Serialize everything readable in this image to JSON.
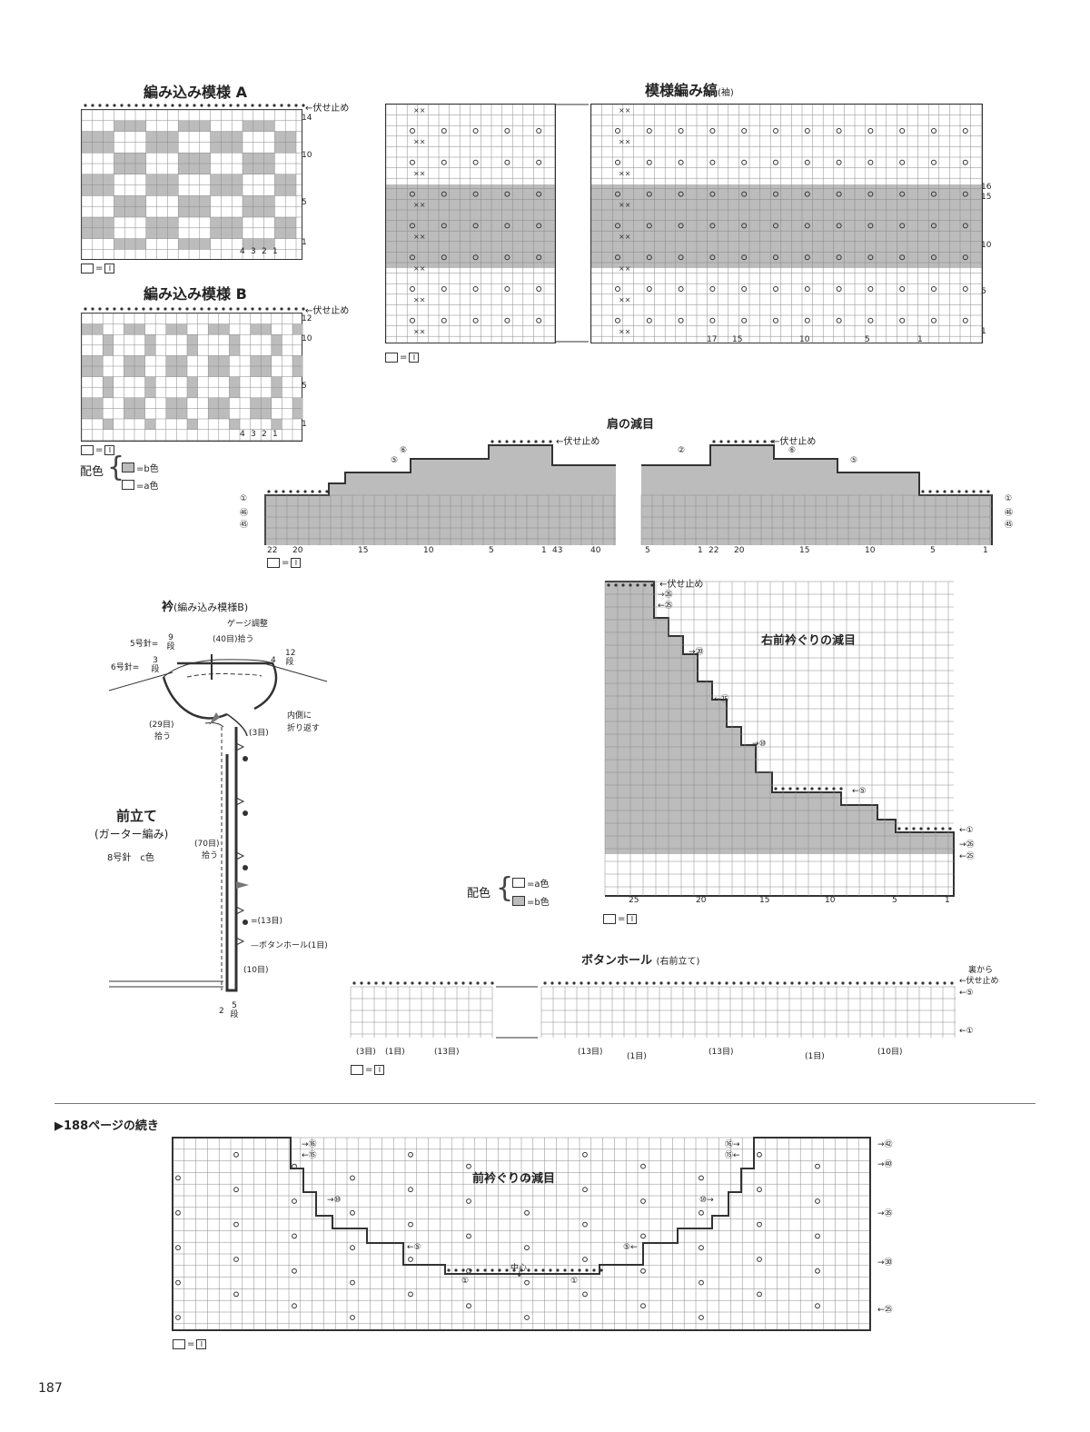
{
  "page_number": "187",
  "colors": {
    "shade_b": "#bcbcbc",
    "line": "#333333"
  },
  "stitch_symbol": "I",
  "pattern_a": {
    "title": "編み込み模様 A",
    "bindoff": "伏せ止め",
    "rows": [
      "14",
      "10",
      "5",
      "1"
    ],
    "cols": [
      "4",
      "3",
      "2",
      "1"
    ]
  },
  "pattern_b": {
    "title": "編み込み模様 B",
    "bindoff": "伏せ止め",
    "rows": [
      "12",
      "10",
      "5",
      "1"
    ],
    "cols": [
      "4",
      "3",
      "2",
      "1"
    ]
  },
  "color_legend_1": {
    "label": "配色",
    "b": "=b色",
    "a": "=a色"
  },
  "sleeve": {
    "title": "模様編み縞",
    "sub": "(袖)",
    "rows": [
      "16",
      "15",
      "10",
      "5",
      "1"
    ],
    "cols": [
      "17",
      "15",
      "10",
      "5",
      "1"
    ]
  },
  "shoulder": {
    "title": "肩の減目",
    "bindoff": "伏せ止め",
    "marks_l": [
      "①",
      "㊻",
      "㊺"
    ],
    "marks_r": [
      "①",
      "㊻",
      "㊺"
    ],
    "top_l": [
      "⑥",
      "⑤"
    ],
    "top_r": [
      "②",
      "⑥",
      "⑤"
    ],
    "cols_l": [
      "22",
      "20",
      "15",
      "10",
      "5",
      "1"
    ],
    "cols_m": [
      "43",
      "40"
    ],
    "cols_r": [
      "5",
      "1",
      "22",
      "20",
      "15",
      "10",
      "5",
      "1"
    ]
  },
  "collar": {
    "title": "衿",
    "sub": "(編み込み模様B)",
    "gauge": "ゲージ調整",
    "pick40": "(40目)拾う",
    "n5": "5号針=",
    "r9": "9段",
    "n6": "6号針=",
    "r3": "3段",
    "n4": "4",
    "r12": "12段",
    "inside": "内側に",
    "fold": "折り返す",
    "pick29": "(29目)",
    "pick29b": "拾う",
    "st3": "(3目)"
  },
  "front_band": {
    "title": "前立て",
    "sub": "(ガーター編み)",
    "needle": "8号針　c色",
    "pick70": "(70目)",
    "pick70b": "拾う",
    "st13": "(13目)",
    "buttonhole": "ボタンホール(1目)",
    "st10": "(10目)",
    "bottom_n": "2",
    "bottom_r": "5段"
  },
  "right_neck": {
    "title": "右前衿ぐりの減目",
    "bindoff": "伏せ止め",
    "top_marks": [
      "㉖",
      "㉕"
    ],
    "side_marks": [
      "⑳",
      "⑮",
      "⑩",
      "⑤"
    ],
    "end_marks": [
      "①",
      "㉖",
      "㉕"
    ],
    "cols": [
      "25",
      "20",
      "15",
      "10",
      "5",
      "1"
    ]
  },
  "color_legend_2": {
    "label": "配色",
    "a": "=a色",
    "b": "=b色"
  },
  "buttonhole": {
    "title": "ボタンホール",
    "sub": "(右前立て)",
    "bindoff1": "裏から",
    "bindoff2": "伏せ止め",
    "marks": [
      "⑤",
      "①"
    ],
    "segments": [
      "(3目)",
      "(1目)",
      "(13目)",
      "(13目)",
      "(1目)",
      "(13目)",
      "(1目)",
      "(10目)"
    ]
  },
  "continued": "▶188ページの続き",
  "front_neck": {
    "title": "前衿ぐりの減目",
    "center": "中心",
    "l_marks": [
      "⑯",
      "⑮",
      "⑩",
      "⑤",
      "①"
    ],
    "r_marks": [
      "⑯",
      "⑮",
      "⑩",
      "⑤",
      "①"
    ],
    "rows": [
      "㊷",
      "㊵",
      "㉟",
      "㉚",
      "㉕"
    ]
  }
}
